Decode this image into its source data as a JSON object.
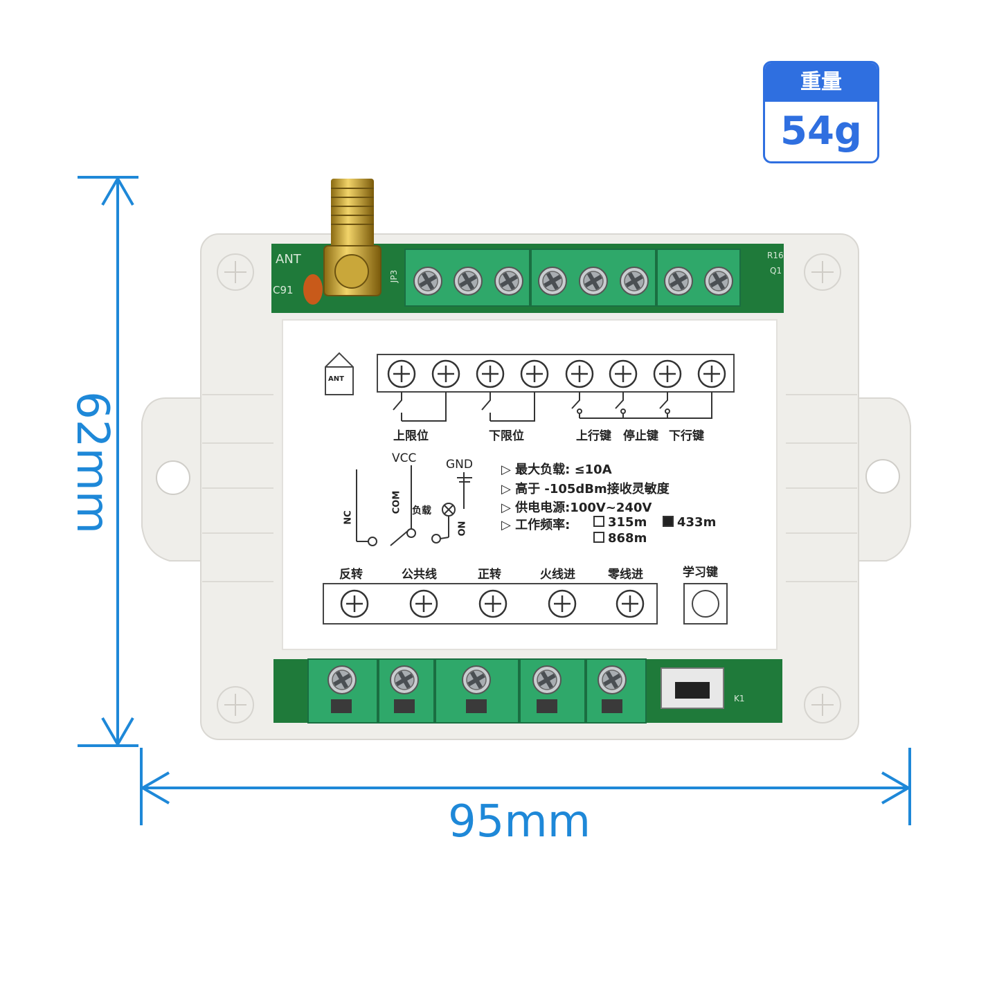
{
  "weight": {
    "label": "重量",
    "value": "54g"
  },
  "dimensions": {
    "width": "95mm",
    "height": "62mm"
  },
  "top_labels": {
    "upper_limit": "上限位",
    "lower_limit": "下限位",
    "up_key": "上行键",
    "stop_key": "停止键",
    "down_key": "下行键"
  },
  "ant_label": "ANT",
  "wiring": {
    "vcc": "VCC",
    "gnd": "GND",
    "com": "COM",
    "nc": "NC",
    "no": "NO",
    "load": "负载"
  },
  "specs": {
    "max_load": "▷ 最大负载:  ≤10A",
    "sensitivity": "▷ 高于 -105dBm接收灵敏度",
    "power": "▷ 供电电源:100V~240V",
    "freq_prefix": "▷ 工作频率:",
    "freq_315": "315m",
    "freq_433": "433m",
    "freq_868": "868m"
  },
  "bottom_labels": {
    "reverse": "反转",
    "common": "公共线",
    "forward": "正转",
    "live_in": "火线进",
    "neutral_in": "零线进",
    "learn_key": "学习键"
  },
  "pcb_marks": {
    "ant": "ANT",
    "c91": "C91",
    "jp3": "JP3",
    "r16": "R16",
    "q1": "Q1",
    "k1": "K1"
  }
}
